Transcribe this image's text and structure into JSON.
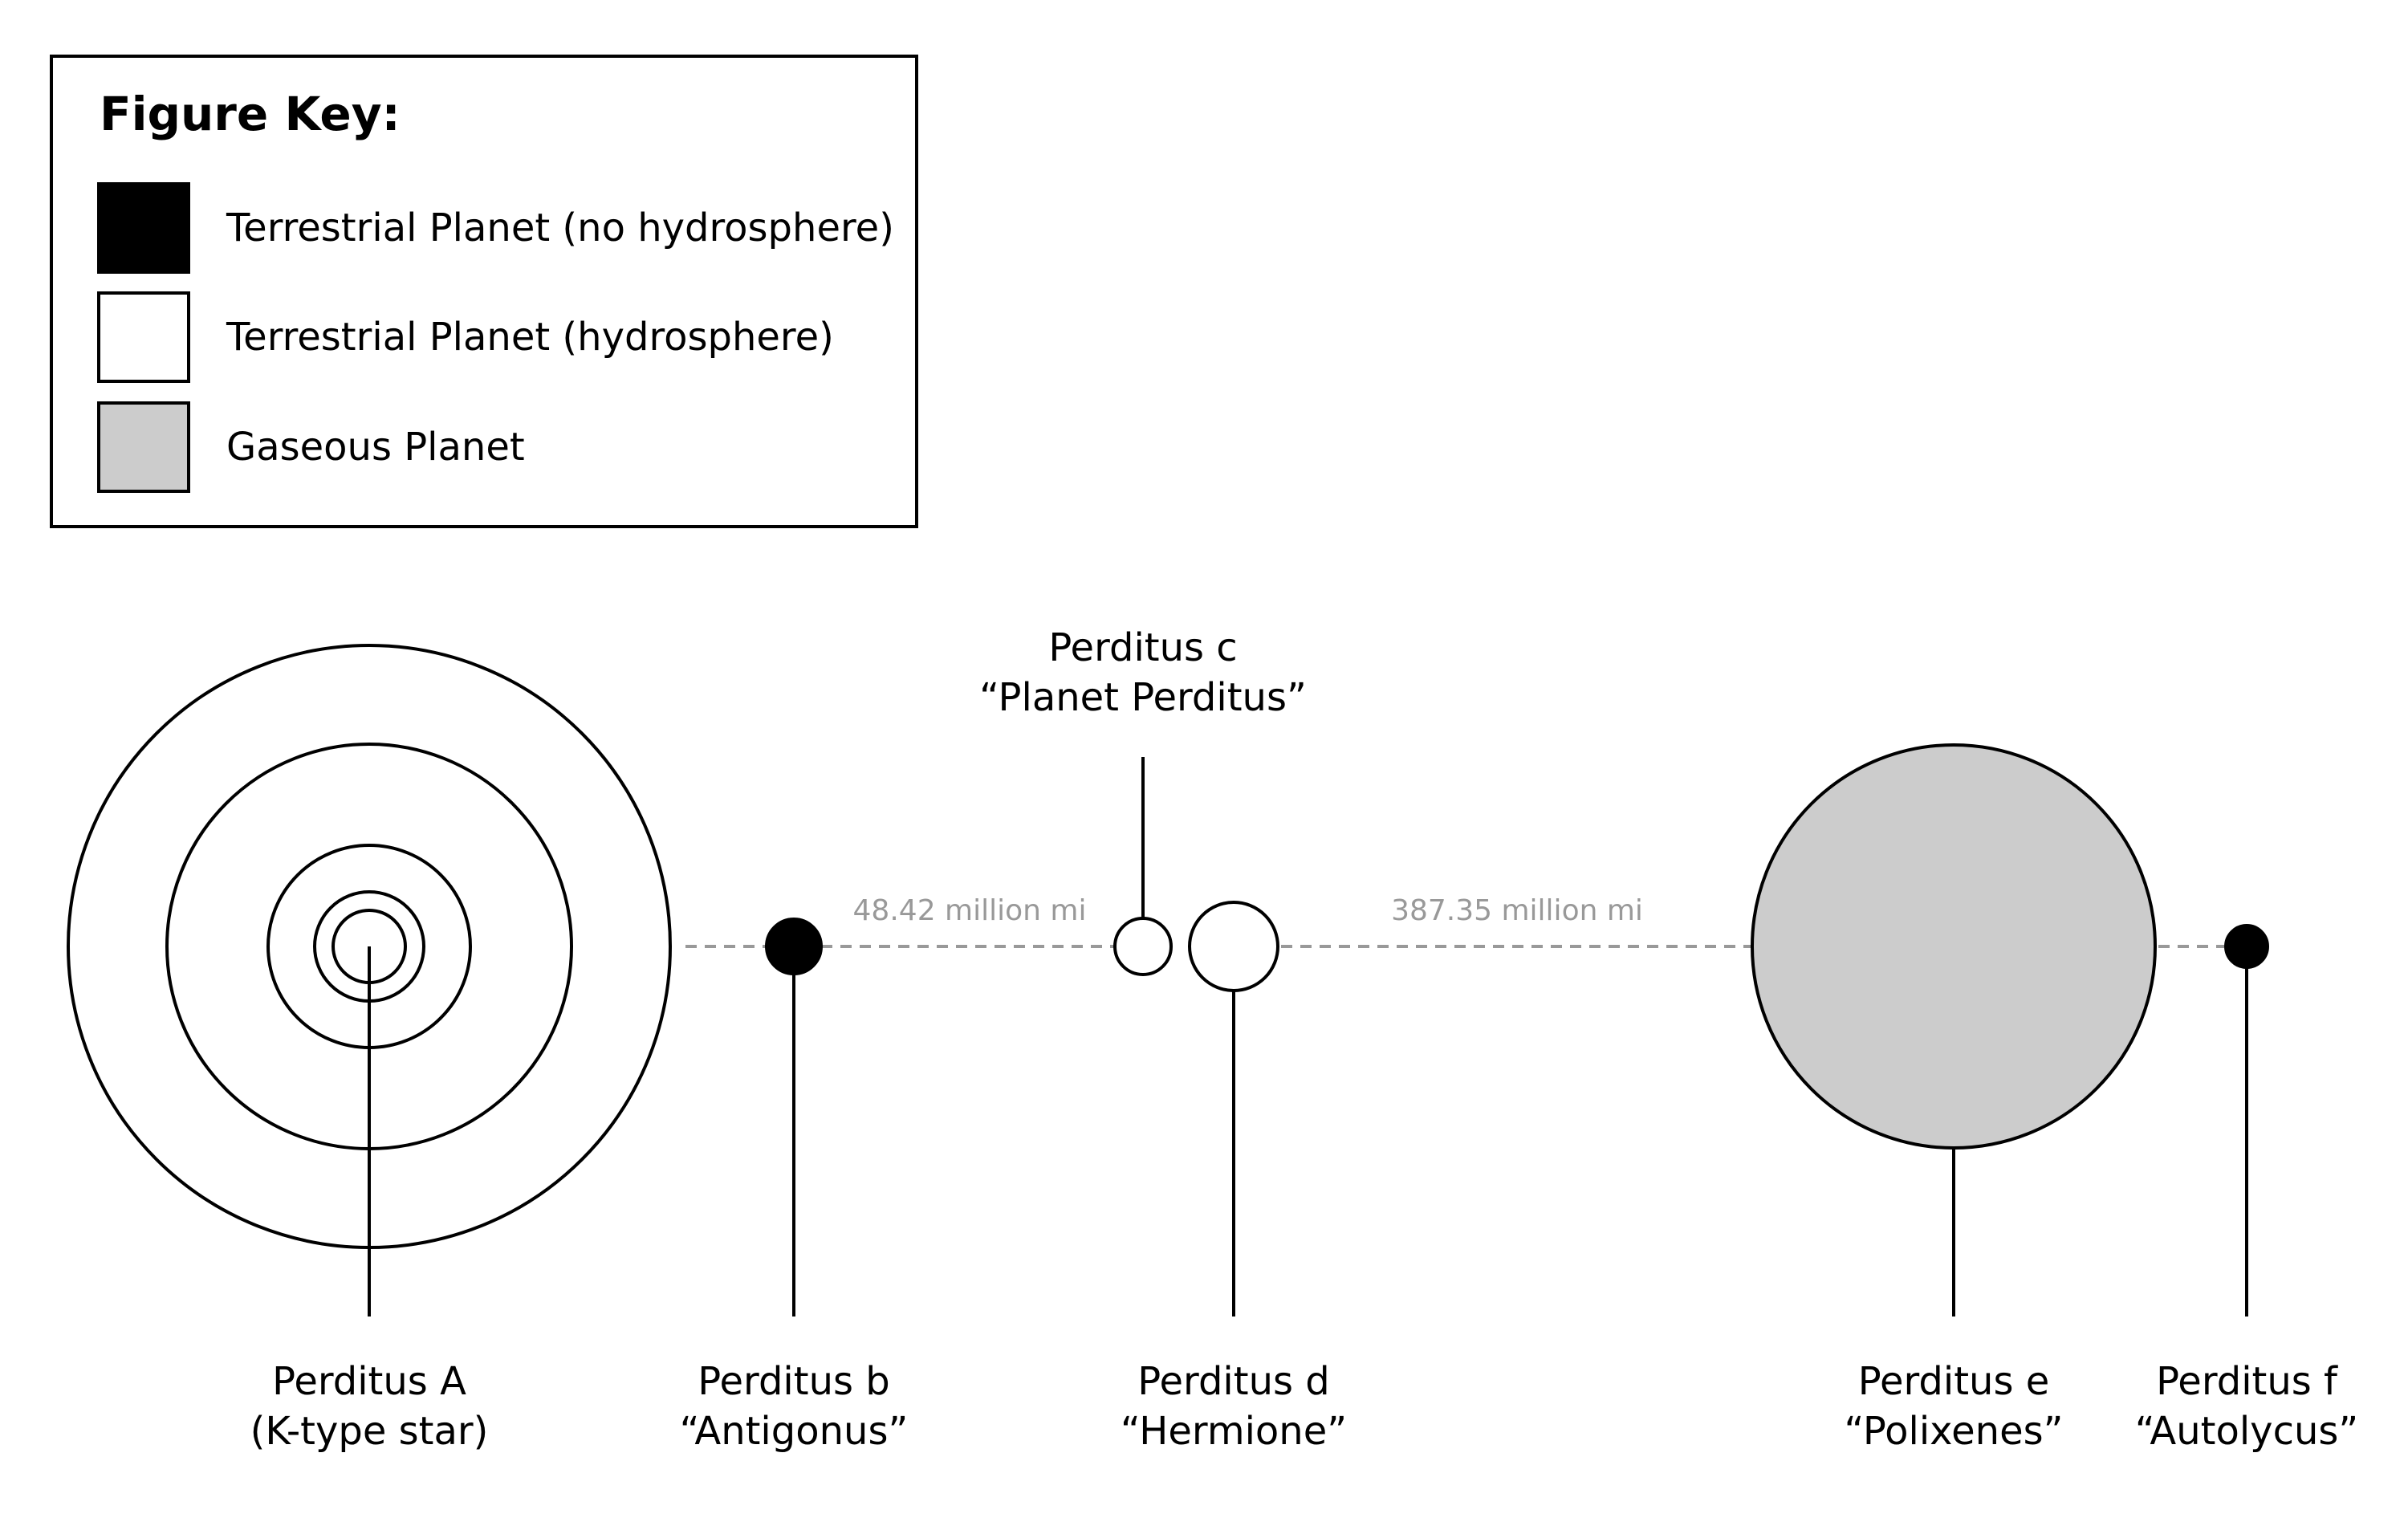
{
  "colors": {
    "outline": "#000000",
    "terrestrial_no_hydrosphere": "#000000",
    "terrestrial_hydrosphere": "#ffffff",
    "gaseous": "#cccccc",
    "distance_line": "#999999"
  },
  "key": {
    "title": "Figure Key:",
    "items": [
      {
        "label": "Terrestrial Planet (no hydrosphere)",
        "swatch": "terrestrial_no_hydrosphere"
      },
      {
        "label": "Terrestrial Planet (hydrosphere)",
        "swatch": "terrestrial_hydrosphere"
      },
      {
        "label": "Gaseous Planet",
        "swatch": "gaseous"
      }
    ]
  },
  "bodies": {
    "star": {
      "name": "Perditus A",
      "subtitle": "(K-type star)"
    },
    "b": {
      "name": "Perditus b",
      "subtitle": "“Antigonus”",
      "type": "terrestrial_no_hydrosphere"
    },
    "c": {
      "name": "Perditus c",
      "subtitle": "“Planet Perditus”",
      "type": "terrestrial_hydrosphere"
    },
    "d": {
      "name": "Perditus d",
      "subtitle": "“Hermione”",
      "type": "terrestrial_hydrosphere"
    },
    "e": {
      "name": "Perditus e",
      "subtitle": "“Polixenes”",
      "type": "gaseous"
    },
    "f": {
      "name": "Perditus f",
      "subtitle": "“Autolycus”",
      "type": "terrestrial_no_hydrosphere"
    }
  },
  "distances": {
    "b_to_c": "48.42 million mi",
    "d_to_e": "387.35 million mi"
  }
}
